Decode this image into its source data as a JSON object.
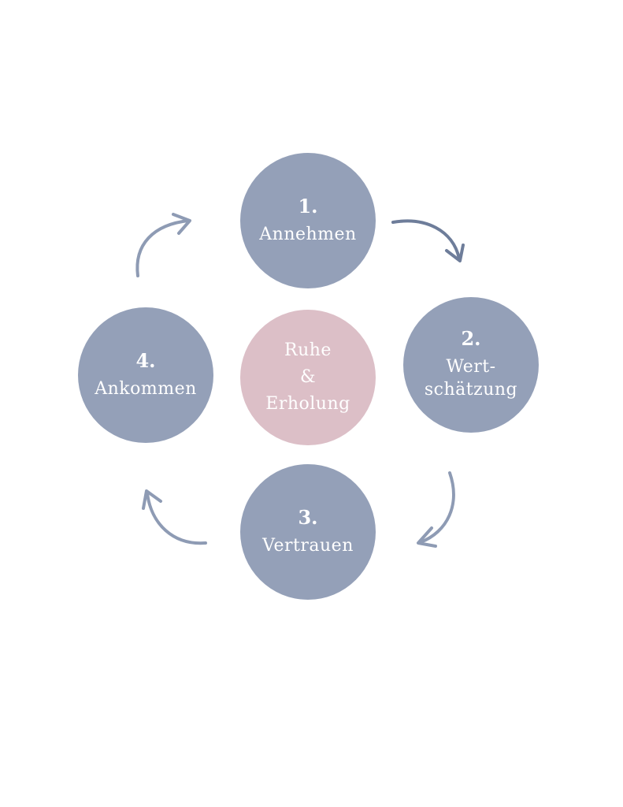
{
  "colors": {
    "node": "#94a0b8",
    "center": "#dcbfc7",
    "arrow": "#8e9bb4",
    "arrow_dark": "#6e7d9a",
    "text": "#ffffff"
  },
  "steps": [
    {
      "number": "1.",
      "label_lines": [
        "Annehmen"
      ]
    },
    {
      "number": "2.",
      "label_lines": [
        "Wert-",
        "schätzung"
      ]
    },
    {
      "number": "3.",
      "label_lines": [
        "Vertrauen"
      ]
    },
    {
      "number": "4.",
      "label_lines": [
        "Ankommen"
      ]
    }
  ],
  "center": {
    "label_lines": [
      "Ruhe",
      "&",
      "Erholung"
    ]
  }
}
